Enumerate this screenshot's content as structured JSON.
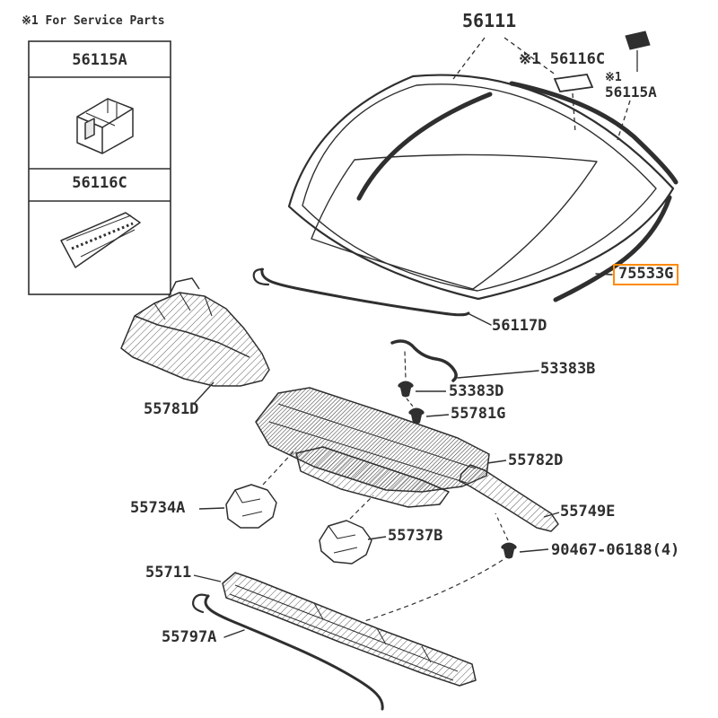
{
  "page": {
    "service_note": "※1 For Service Parts"
  },
  "legend": {
    "item1_title": "56115A",
    "item2_title": "56116C"
  },
  "labels": {
    "p56111": "56111",
    "p56116c_top": "※1 56116C",
    "p56115a_note": "※1",
    "p56115a_top": "56115A",
    "p75533g": "75533G",
    "p56117d": "56117D",
    "p53383b": "53383B",
    "p53383d": "53383D",
    "p55781g": "55781G",
    "p55781d": "55781D",
    "p55782d": "55782D",
    "p55734a": "55734A",
    "p55737b": "55737B",
    "p55749e": "55749E",
    "p90467": "90467-06188(4)",
    "p55711": "55711",
    "p55797a": "55797A"
  },
  "colors": {
    "line_art": "#2f2f2f",
    "label_text": "#2e2e2e",
    "highlight_box": "#ff8a00",
    "background": "#ffffff"
  }
}
